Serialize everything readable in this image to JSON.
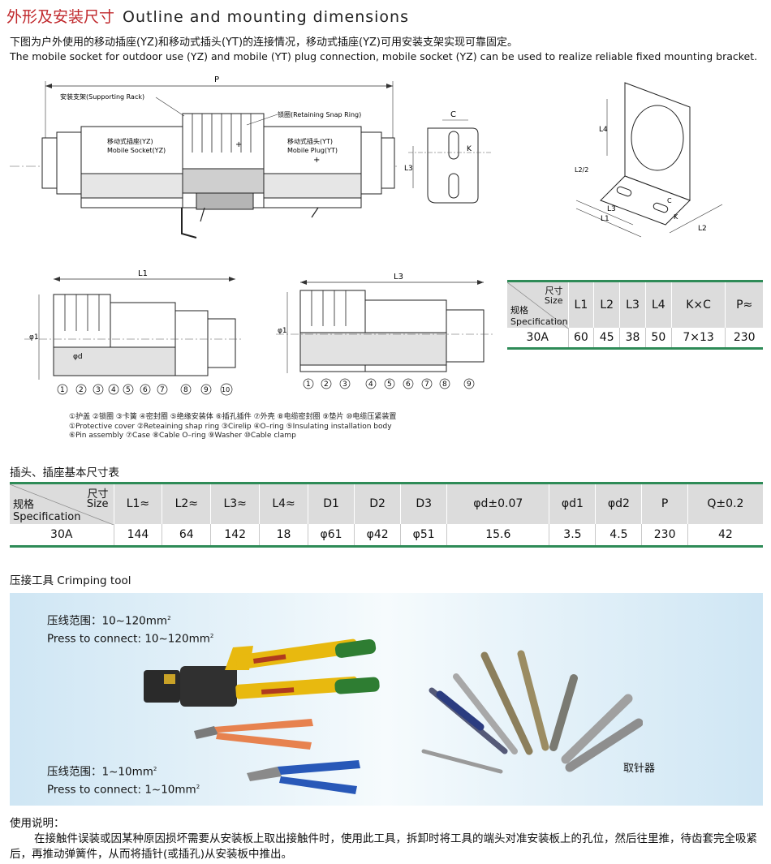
{
  "header": {
    "title_cn": "外形及安装尺寸",
    "title_en": "Outline and mounting dimensions"
  },
  "intro": {
    "cn": "下图为户外使用的移动插座(YZ)和移动式插头(YT)的连接情况，移动式插座(YZ)可用安装支架实现可靠固定。",
    "en": "The mobile socket for outdoor use (YZ) and mobile (YT) plug connection, mobile socket (YZ) can be used to realize reliable fixed mounting bracket."
  },
  "drawing_main": {
    "dim_p": "P",
    "label_rack": "安装支架(Supporting Rack)",
    "label_snap": "锁圈(Retaining Snap Ring)",
    "socket_cn": "移动式插座(YZ)",
    "socket_en": "Mobile Socket(YZ)",
    "plug_cn": "移动式插头(YT)",
    "plug_en": "Mobile Plug(YT)"
  },
  "drawing_bracket_side": {
    "dim_c": "C",
    "dim_k": "K",
    "dim_l3": "L3"
  },
  "drawing_bracket_iso": {
    "dim_l4": "L4",
    "dim_l2half": "L2/2",
    "dim_l3": "L3",
    "dim_l1": "L1",
    "dim_l2": "L2",
    "dim_c": "C",
    "dim_k": "K"
  },
  "drawing_socket": {
    "dim_l1": "L1",
    "dim_phi1": "φ1",
    "dim_phid": "φd",
    "callouts": [
      "1",
      "2",
      "3",
      "4",
      "5",
      "6",
      "7",
      "8",
      "9",
      "10"
    ]
  },
  "drawing_plug": {
    "dim_l3": "L3",
    "dim_phi1": "φ1",
    "callouts": [
      "1",
      "2",
      "3",
      "4",
      "5",
      "6",
      "7",
      "8",
      "9"
    ]
  },
  "legend": {
    "line1": "①护盖 ②锁圈 ③卡簧 ④密封圈 ⑤绝缘安装体 ⑥插孔插件 ⑦外壳 ⑧电缆密封圈 ⑨垫片 ⑩电缆压紧装置",
    "line2": "①Protective cover ②Reteaining shap ring ③Cirelip ④O–ring ⑤Insulating installation body",
    "line3": "⑥Pin assembly ⑦Case ⑧Cable O–ring ⑨Washer ⑩Cable clamp"
  },
  "small_table": {
    "corner_top_cn": "尺寸",
    "corner_top_en": "Size",
    "corner_bottom_cn": "规格",
    "corner_bottom_en": "Specification",
    "headers": [
      "L1",
      "L2",
      "L3",
      "L4",
      "K×C",
      "P≈"
    ],
    "row": {
      "spec": "30A",
      "cells": [
        "60",
        "45",
        "38",
        "50",
        "7×13",
        "230"
      ]
    }
  },
  "big_table": {
    "section_title": "插头、插座基本尺寸表",
    "corner_top_cn": "尺寸",
    "corner_top_en": "Size",
    "corner_bottom_cn": "规格",
    "corner_bottom_en": "Specification",
    "headers": [
      "L1≈",
      "L2≈",
      "L3≈",
      "L4≈",
      "D1",
      "D2",
      "D3",
      "φd±0.07",
      "φd1",
      "φd2",
      "P",
      "Q±0.2"
    ],
    "row": {
      "spec": "30A",
      "cells": [
        "144",
        "64",
        "142",
        "18",
        "φ61",
        "φ42",
        "φ51",
        "15.6",
        "3.5",
        "4.5",
        "230",
        "42"
      ]
    }
  },
  "tool": {
    "section_title": "压接工具  Crimping tool",
    "range1_cn": "压线范围：10~120mm",
    "range1_en": "Press to connect: 10~120mm",
    "range2_cn": "压线范围：1~10mm",
    "range2_en": "Press to connect: 1~10mm",
    "sup": "2",
    "extractor_label": "取针器"
  },
  "usage": {
    "title": "使用说明：",
    "text": "在接触件误装或因某种原因损坏需要从安装板上取出接触件时，使用此工具，拆卸时将工具的端头对准安装板上的孔位，然后往里推，待齿套完全吸紧后，再推动弹簧件，从而将插针(或插孔)从安装板中推出。"
  },
  "colors": {
    "title_red": "#c0282c",
    "table_green": "#2e8b57",
    "header_gray": "#dcdcdc",
    "panel_blue": "#cfe6f4"
  }
}
